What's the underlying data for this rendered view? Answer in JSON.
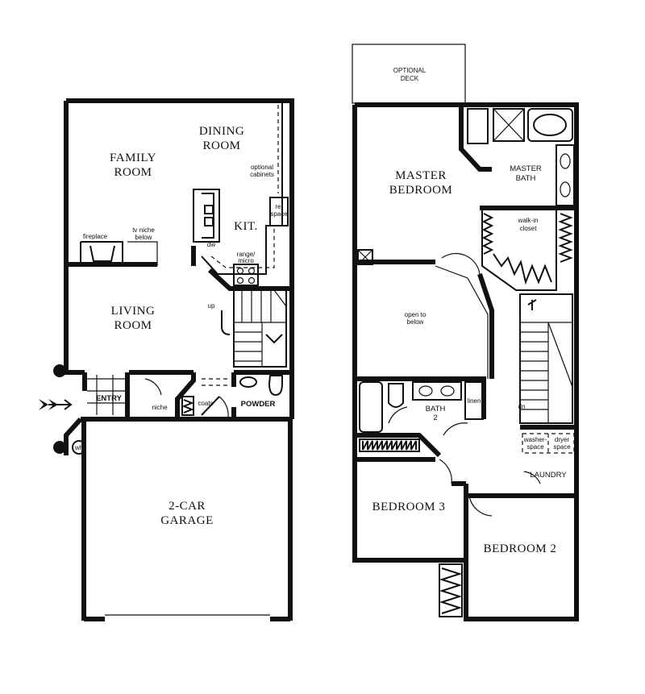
{
  "first_floor": {
    "family_room": [
      "FAMILY",
      "ROOM"
    ],
    "dining_room": [
      "DINING",
      "ROOM"
    ],
    "optional_cabinets": [
      "optional",
      "cabinets"
    ],
    "ref_space": [
      "ref",
      "space"
    ],
    "kitchen": "KIT.",
    "dw": "dw",
    "range_micro": [
      "range/",
      "micro"
    ],
    "fireplace": "fireplace",
    "tv_niche": [
      "tv niche",
      "below"
    ],
    "living_room": [
      "LIVING",
      "ROOM"
    ],
    "up": "up",
    "entry": "ENTRY",
    "niche": "niche",
    "coats": "coats",
    "powder": "POWDER",
    "wh": "wh",
    "garage": [
      "2-CAR",
      "GARAGE"
    ]
  },
  "second_floor": {
    "optional_deck": [
      "OPTIONAL",
      "DECK"
    ],
    "master_bedroom": [
      "MASTER",
      "BEDROOM"
    ],
    "master_bath": [
      "MASTER",
      "BATH"
    ],
    "walk_in_closet": [
      "walk-in",
      "closet"
    ],
    "open_to_below": [
      "open to",
      "below"
    ],
    "bath_2": [
      "BATH",
      "2"
    ],
    "linen": "linen",
    "dn": "dn",
    "washer_space": [
      "washer-",
      "space"
    ],
    "dryer_space": [
      "dryer",
      "space"
    ],
    "laundry": "LAUNDRY",
    "bedroom_3": "BEDROOM 3",
    "bedroom_2": "BEDROOM 2"
  }
}
